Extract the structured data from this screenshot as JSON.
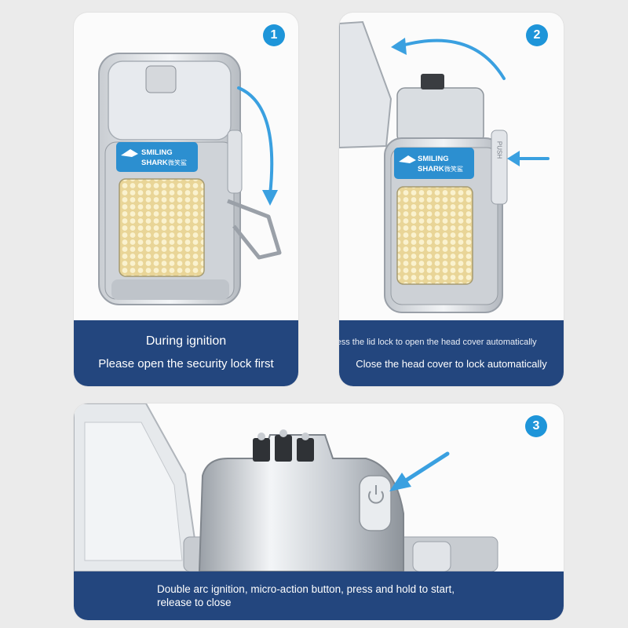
{
  "panel1": {
    "step": "1",
    "caption_line1": "During ignition",
    "caption_line2": "Please open the security lock first",
    "brand_line1": "SMILING",
    "brand_line2": "SHARK",
    "brand_cjk": "微笑鲨"
  },
  "panel2": {
    "step": "2",
    "caption_line1": "Lightly press the lid lock to open the head cover automatically",
    "caption_line2": "Close the head cover to lock automatically",
    "brand_line1": "SMILING",
    "brand_line2": "SHARK",
    "brand_cjk": "微笑鲨",
    "side_label": "PUSH"
  },
  "panel3": {
    "step": "3",
    "caption_line1": "Double arc ignition, micro-action button, press and hold to start,",
    "caption_line2": "release to close"
  },
  "colors": {
    "page_bg": "#ebebeb",
    "card_bg": "#fbfbfb",
    "caption_bg": "#23467e",
    "badge_bg": "#1e95d9",
    "arrow": "#3aa0e0",
    "led": "#f3e4a8",
    "label_blue": "#2c8fd0"
  },
  "icons": [
    "curved-arrow-icon",
    "straight-arrow-icon",
    "power-button-icon"
  ]
}
